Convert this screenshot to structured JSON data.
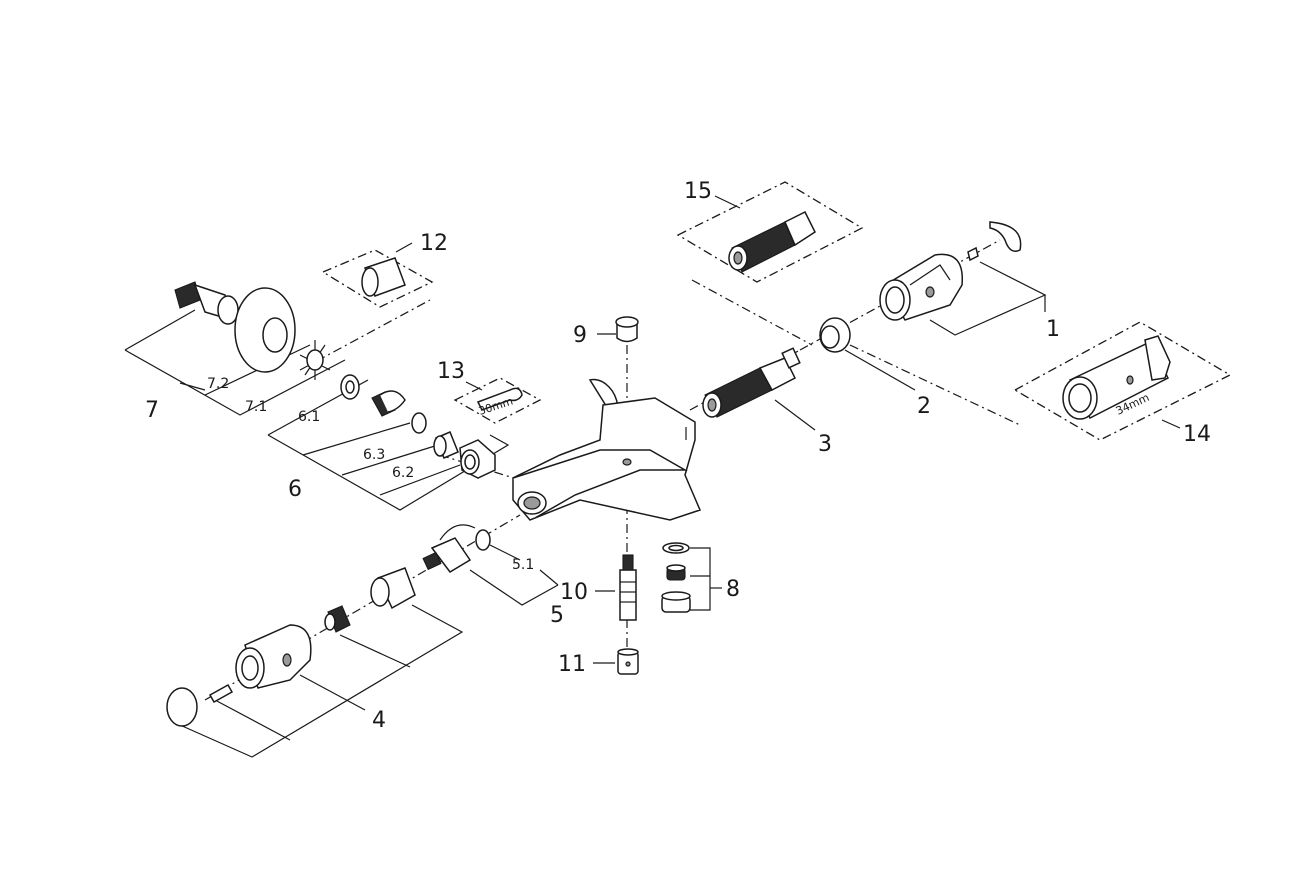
{
  "labels": {
    "l1": "1",
    "l2": "2",
    "l3": "3",
    "l4": "4",
    "l5": "5",
    "l5_1": "5.1",
    "l6": "6",
    "l6_1": "6.1",
    "l6_2": "6.2",
    "l6_3": "6.3",
    "l7": "7",
    "l7_1": "7.1",
    "l7_2": "7.2",
    "l8": "8",
    "l9": "9",
    "l10": "10",
    "l11": "11",
    "l12": "12",
    "l13": "13",
    "l14": "14",
    "l15": "15"
  },
  "tools": {
    "wrench_size": "30mm",
    "sleeve_size": "34mm"
  }
}
